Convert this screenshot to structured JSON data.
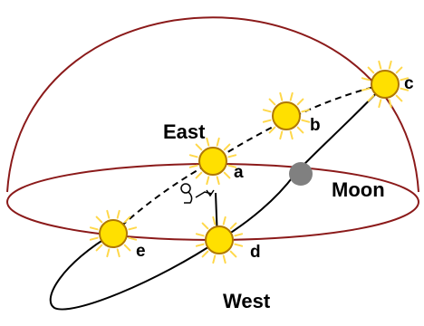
{
  "labels": {
    "east": "East",
    "west": "West",
    "moon": "Moon",
    "sun_a": "a",
    "sun_b": "b",
    "sun_c": "c",
    "sun_d": "d",
    "sun_e": "e"
  },
  "colors": {
    "horizon": "#8b1a1a",
    "dome": "#8b1a1a",
    "sun_fill": "#ffe000",
    "sun_rays": "#ffd84a",
    "moon": "#808080",
    "path": "#000000",
    "background": "#ffffff"
  },
  "icons": {
    "sun": "sun-icon",
    "moon": "moon-icon",
    "observer": "observer-figure-icon"
  }
}
